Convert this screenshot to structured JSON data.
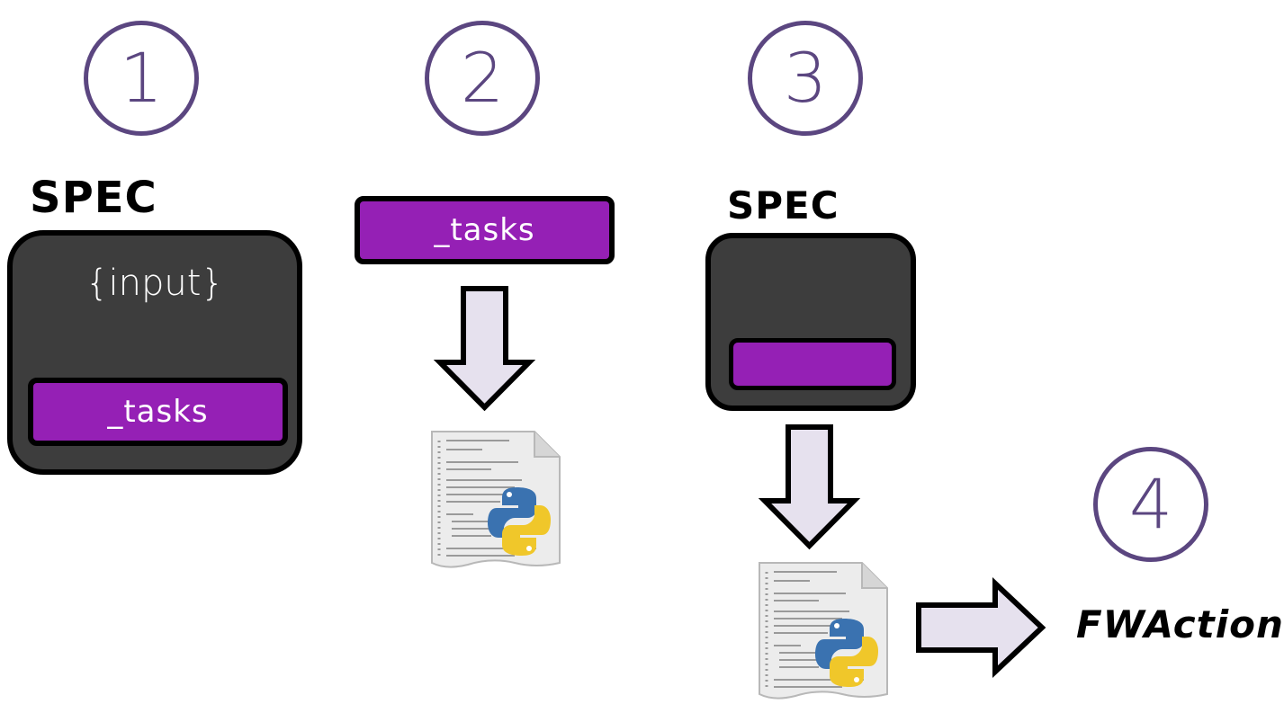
{
  "steps": {
    "s1": "1",
    "s2": "2",
    "s3": "3",
    "s4": "4"
  },
  "panel1": {
    "spec_label": "SPEC",
    "input_text": "{input}",
    "tasks_label": "_tasks"
  },
  "panel2": {
    "tasks_label": "_tasks"
  },
  "panel3": {
    "spec_label": "SPEC",
    "tasks_label": ""
  },
  "result": {
    "label": "FWAction"
  },
  "colors": {
    "circle": "#5b4680",
    "spec_box": "#3d3d3d",
    "tasks": "#9520b5",
    "arrow_fill": "#e6e1ee",
    "outline": "#000000"
  },
  "icons": {
    "document": "python-script-icon",
    "arrow": "down-arrow-icon"
  }
}
